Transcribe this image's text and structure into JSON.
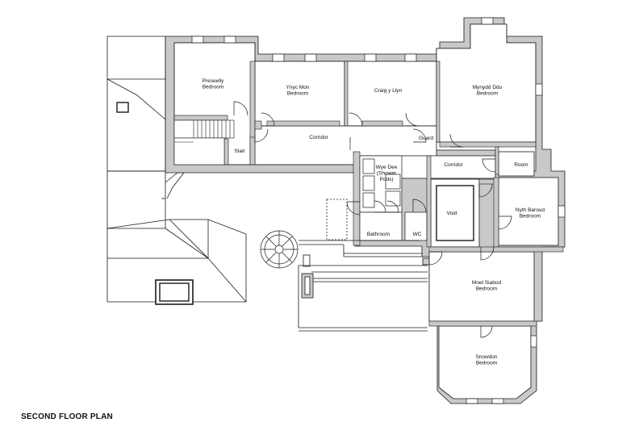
{
  "title": "SECOND FLOOR PLAN",
  "colors": {
    "wall": "#c9c9c9",
    "line": "#1a1a1a",
    "background": "#ffffff"
  },
  "rooms": {
    "preseelly": [
      "Preseelly",
      "Bedroom"
    ],
    "ynys_mon": [
      "Ynyc Mon",
      "Bedroom"
    ],
    "craig": [
      "Craig y Llyn"
    ],
    "mynydd": [
      "Mynydd Ddu",
      "Bedroom"
    ],
    "corridor_upper": [
      "Corridor"
    ],
    "stair": [
      "Stair"
    ],
    "guard": [
      "Guard"
    ],
    "corridor_lower": [
      "Corridor"
    ],
    "room": [
      "Room"
    ],
    "wye": [
      "Wye Dee",
      "(Shower",
      "Pods)"
    ],
    "void": [
      "Void"
    ],
    "nyth": [
      "Nyth Baroud",
      "Bedroom"
    ],
    "bathroom": [
      "Bathroom"
    ],
    "wc": [
      "WC"
    ],
    "moel": [
      "Moel Siabod",
      "Bedroom"
    ],
    "snowdon": [
      "Snowdon",
      "Bedroom"
    ]
  }
}
